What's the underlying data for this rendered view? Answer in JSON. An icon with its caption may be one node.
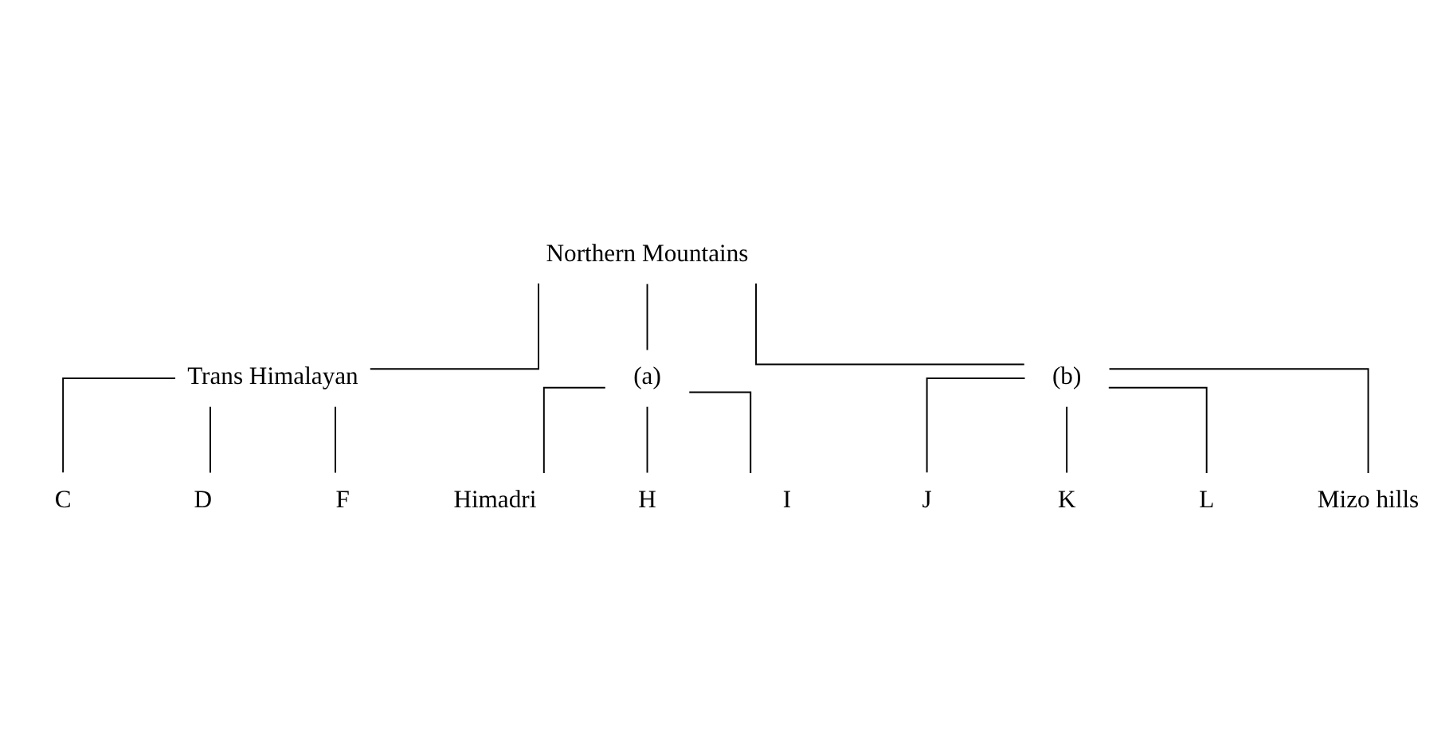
{
  "diagram": {
    "nodes": [
      {
        "text": [
          "Northern Mountains"
        ]
      },
      {
        "text": [
          "Trans Himalayan"
        ]
      },
      {
        "text": [
          "(a)"
        ]
      },
      {
        "text": [
          "(b)"
        ]
      },
      {
        "text": [
          "C"
        ]
      },
      {
        "text": [
          "D"
        ]
      },
      {
        "text": [
          "F"
        ]
      },
      {
        "text": [
          "Himadri"
        ]
      },
      {
        "text": [
          "H"
        ]
      },
      {
        "text": [
          "I"
        ]
      },
      {
        "text": [
          "J"
        ]
      },
      {
        "text": [
          "K"
        ]
      },
      {
        "text": [
          "L"
        ]
      },
      {
        "text": [
          "Mizo hills"
        ]
      }
    ],
    "edges": [
      {
        "from": 0,
        "to": 1,
        "arrow": "none"
      },
      {
        "from": 0,
        "to": 2,
        "arrow": "none"
      },
      {
        "from": 0,
        "to": 3,
        "arrow": "none"
      },
      {
        "from": 1,
        "to": 4,
        "arrow": "none"
      },
      {
        "from": 1,
        "to": 5,
        "arrow": "none"
      },
      {
        "from": 1,
        "to": 6,
        "arrow": "none"
      },
      {
        "from": 2,
        "to": 7,
        "arrow": "none"
      },
      {
        "from": 2,
        "to": 8,
        "arrow": "none"
      },
      {
        "from": 2,
        "to": 9,
        "arrow": "none"
      },
      {
        "from": 3,
        "to": 10,
        "arrow": "none"
      },
      {
        "from": 3,
        "to": 11,
        "arrow": "none"
      },
      {
        "from": 3,
        "to": 12,
        "arrow": "none"
      },
      {
        "from": 3,
        "to": 13,
        "arrow": "none"
      }
    ]
  }
}
